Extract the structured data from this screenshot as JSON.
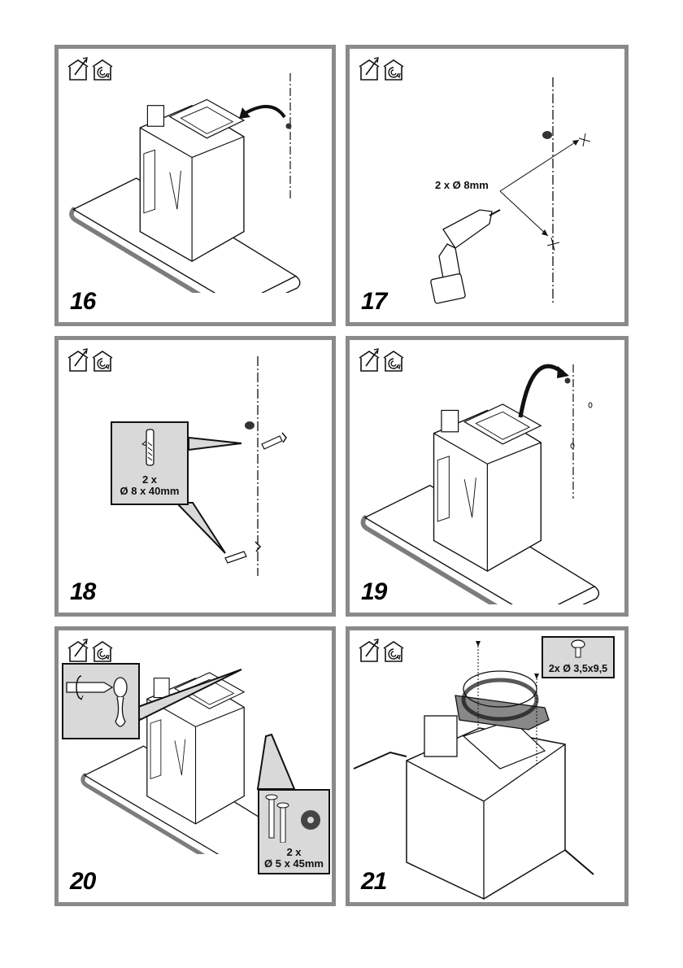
{
  "page": {
    "background": "#ffffff",
    "frame_color": "#8a8a8a",
    "callout_fill": "#d9d9d9"
  },
  "header_icons": [
    "outdoor-extraction-house-icon",
    "recirculation-house-icon"
  ],
  "steps": [
    {
      "number": "16",
      "description": "Hood with mounting screw on wall, arrow indicating hang-on"
    },
    {
      "number": "17",
      "description": "Drill two holes in wall",
      "label": "2 x Ø 8mm"
    },
    {
      "number": "18",
      "description": "Insert wall plugs",
      "callout": {
        "line1": "2 x",
        "line2": "Ø 8 x 40mm"
      }
    },
    {
      "number": "19",
      "description": "Hang hood on wall screw"
    },
    {
      "number": "20",
      "description": "Secure hood with screws and washers",
      "callout": {
        "line1": "2 x",
        "line2": "Ø 5 x 45mm"
      }
    },
    {
      "number": "21",
      "description": "Fit air outlet collar with screws",
      "callout": {
        "line1": "2x Ø 3,5x9,5"
      }
    }
  ]
}
